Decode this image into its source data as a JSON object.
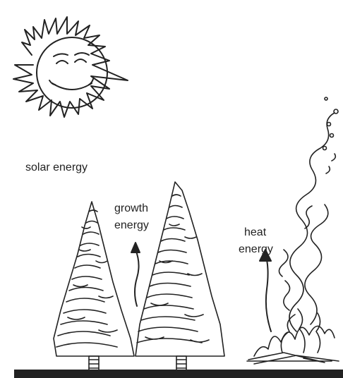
{
  "labels": {
    "solar": "solar energy",
    "growth_line1": "growth",
    "growth_line2": "energy",
    "heat_line1": "heat",
    "heat_line2": "energy"
  },
  "icons": [
    "sun-icon",
    "tree-icon",
    "tree-icon",
    "fire-icon",
    "smoke-icon",
    "arrow-up-icon"
  ],
  "colors": {
    "ink": "#222222",
    "background": "#ffffff"
  }
}
